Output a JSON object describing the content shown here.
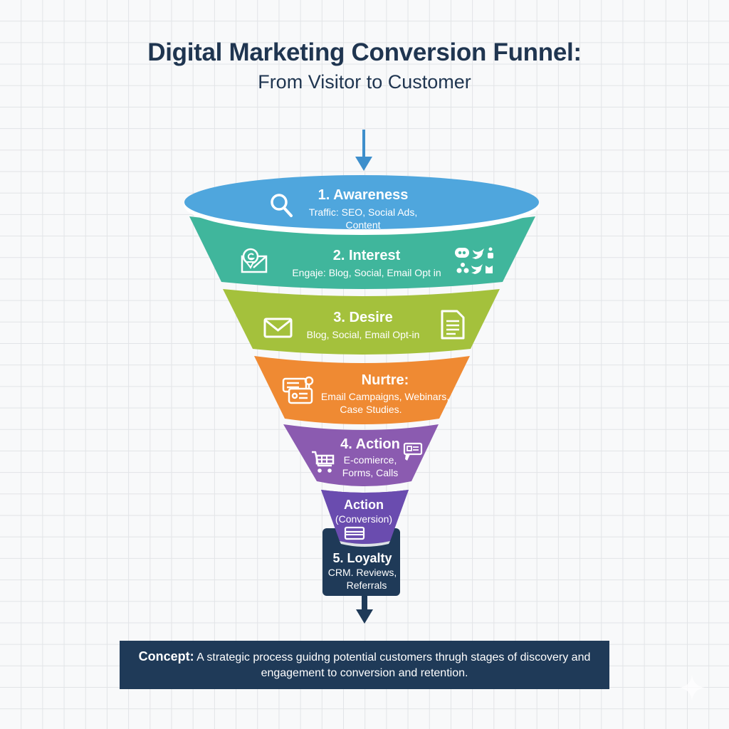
{
  "header": {
    "title": "Digital Marketing Conversion Funnel:",
    "subtitle": "From Visitor to Customer"
  },
  "colors": {
    "awareness": "#4fa6dd",
    "interest": "#40b69c",
    "desire": "#a4c13c",
    "nurture": "#ef8a33",
    "action": "#8b5bb0",
    "conversion": "#6a4caf",
    "loyalty": "#1f3a58",
    "title": "#1f3550",
    "arrow_top": "#3e8fcc"
  },
  "funnel": {
    "stages": [
      {
        "id": "awareness",
        "title": "1. Awareness",
        "subtitle": "Traffic: SEO, Social Ads, Content",
        "icons": [
          "search-icon"
        ]
      },
      {
        "id": "interest",
        "title": "2. Interest",
        "subtitle": "Engaje: Blog, Social, Email Opt in",
        "icons": [
          "chat-mail-icon",
          "social-media-icons"
        ]
      },
      {
        "id": "desire",
        "title": "3. Desire",
        "subtitle": "Blog, Social, Email Opt-in",
        "icons": [
          "envelope-icon",
          "document-icon"
        ]
      },
      {
        "id": "nurture",
        "title": "Nurtre:",
        "subtitle_line1": "Email Campaigns, Webinars,",
        "subtitle_line2": "Case Studies.",
        "icons": [
          "campaign-cards-icon"
        ]
      },
      {
        "id": "action",
        "title": "4. Action",
        "subtitle_line1": "E-comierce,",
        "subtitle_line2": "Forms, Calls",
        "icons": [
          "shopping-cart-icon",
          "form-card-icon"
        ]
      },
      {
        "id": "conversion",
        "title": "Action",
        "subtitle": "(Conversion)",
        "icons": [
          "credit-card-icon"
        ]
      },
      {
        "id": "loyalty",
        "title": "5. Loyalty",
        "subtitle_line1": "CRM. Reviews,",
        "subtitle_line2": "Referrals"
      }
    ]
  },
  "concept": {
    "label": "Concept:",
    "text": "A strategic process guidng potential customers thrugh stages of discovery and engagement to conversion and retention."
  }
}
